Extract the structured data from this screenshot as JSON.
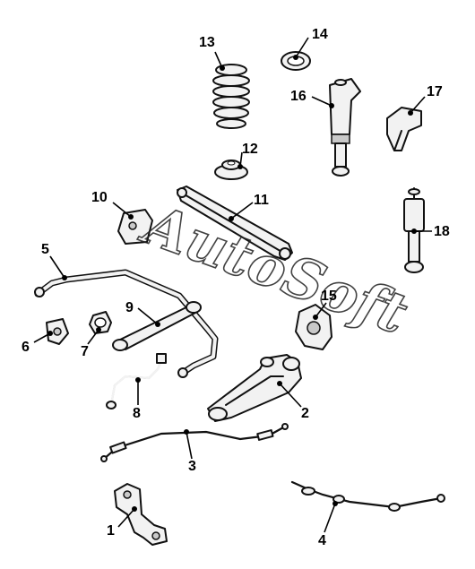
{
  "watermark": "AutoSoft",
  "callouts": {
    "c1": "1",
    "c2": "2",
    "c3": "3",
    "c4": "4",
    "c5": "5",
    "c6": "6",
    "c7": "7",
    "c8": "8",
    "c9": "9",
    "c10": "10",
    "c11": "11",
    "c12": "12",
    "c13": "13",
    "c14": "14",
    "c15": "15",
    "c16": "16",
    "c17": "17",
    "c18": "18"
  }
}
